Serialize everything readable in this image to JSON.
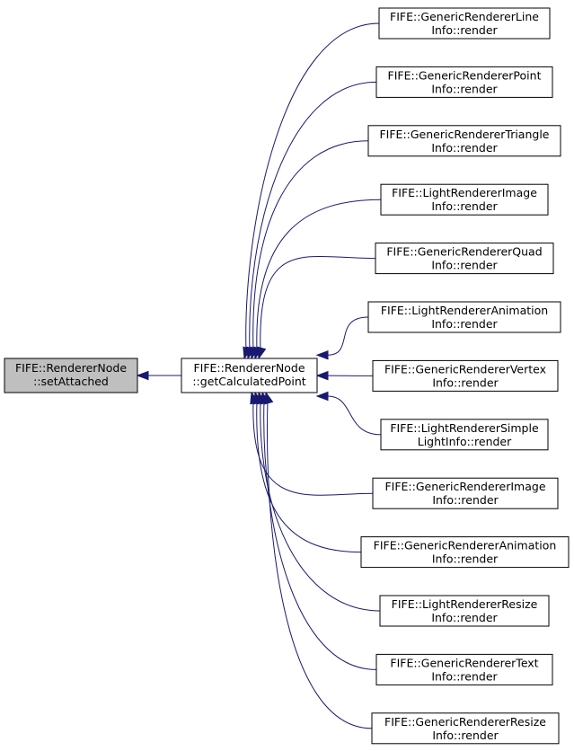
{
  "diagram": {
    "root": {
      "line1": "FIFE::RendererNode",
      "line2": "::setAttached"
    },
    "hub": {
      "line1": "FIFE::RendererNode",
      "line2": "::getCalculatedPoint"
    },
    "callers": [
      {
        "line1": "FIFE::GenericRendererLine",
        "line2": "Info::render"
      },
      {
        "line1": "FIFE::GenericRendererPoint",
        "line2": "Info::render"
      },
      {
        "line1": "FIFE::GenericRendererTriangle",
        "line2": "Info::render"
      },
      {
        "line1": "FIFE::LightRendererImage",
        "line2": "Info::render"
      },
      {
        "line1": "FIFE::GenericRendererQuad",
        "line2": "Info::render"
      },
      {
        "line1": "FIFE::LightRendererAnimation",
        "line2": "Info::render"
      },
      {
        "line1": "FIFE::GenericRendererVertex",
        "line2": "Info::render"
      },
      {
        "line1": "FIFE::LightRendererSimple",
        "line2": "LightInfo::render"
      },
      {
        "line1": "FIFE::GenericRendererImage",
        "line2": "Info::render"
      },
      {
        "line1": "FIFE::GenericRendererAnimation",
        "line2": "Info::render"
      },
      {
        "line1": "FIFE::LightRendererResize",
        "line2": "Info::render"
      },
      {
        "line1": "FIFE::GenericRendererText",
        "line2": "Info::render"
      },
      {
        "line1": "FIFE::GenericRendererResize",
        "line2": "Info::render"
      }
    ],
    "colors": {
      "edge": "#191970",
      "root_fill": "#bfbfbf",
      "node_fill": "#ffffff",
      "border": "#000000"
    }
  }
}
